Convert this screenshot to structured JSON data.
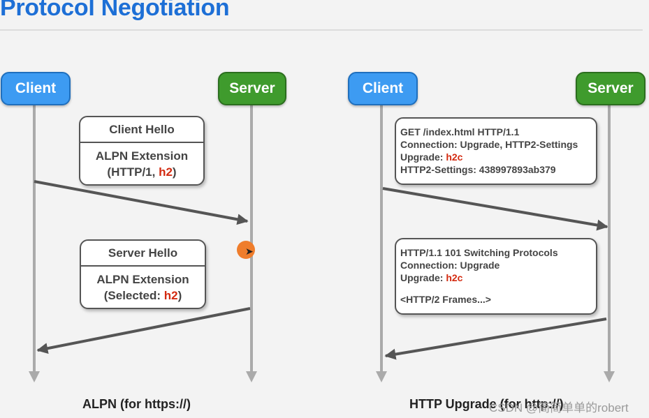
{
  "title": "Protocol Negotiation",
  "alpn": {
    "client_label": "Client",
    "server_label": "Server",
    "client_hello": {
      "title": "Client Hello",
      "ext": "ALPN Extension",
      "open": "(HTTP/1, ",
      "proto": "h2",
      "close": ")"
    },
    "server_hello": {
      "title": "Server Hello",
      "ext": "ALPN Extension",
      "open": "(Selected: ",
      "proto": "h2",
      "close": ")"
    },
    "caption": "ALPN (for https://)"
  },
  "upgrade": {
    "client_label": "Client",
    "server_label": "Server",
    "request": {
      "line1": "GET /index.html HTTP/1.1",
      "line2": "Connection: Upgrade, HTTP2-Settings",
      "upgrade_key": "Upgrade: ",
      "upgrade_val": "h2c",
      "line4": "HTTP2-Settings: 438997893ab379"
    },
    "response": {
      "line1": "HTTP/1.1 101 Switching Protocols",
      "line2": "Connection: Upgrade",
      "upgrade_key": "Upgrade: ",
      "upgrade_val": "h2c",
      "line4": "<HTTP/2 Frames...>"
    },
    "caption": "HTTP Upgrade (for http://)"
  },
  "watermark": "CSDN @简简单单的robert",
  "colors": {
    "title": "#1d6fd6",
    "client": "#3d9bf2",
    "server": "#3f9b2d",
    "highlight": "#d32a10",
    "arrow": "#555555",
    "lifeline": "#aaaaaa"
  }
}
